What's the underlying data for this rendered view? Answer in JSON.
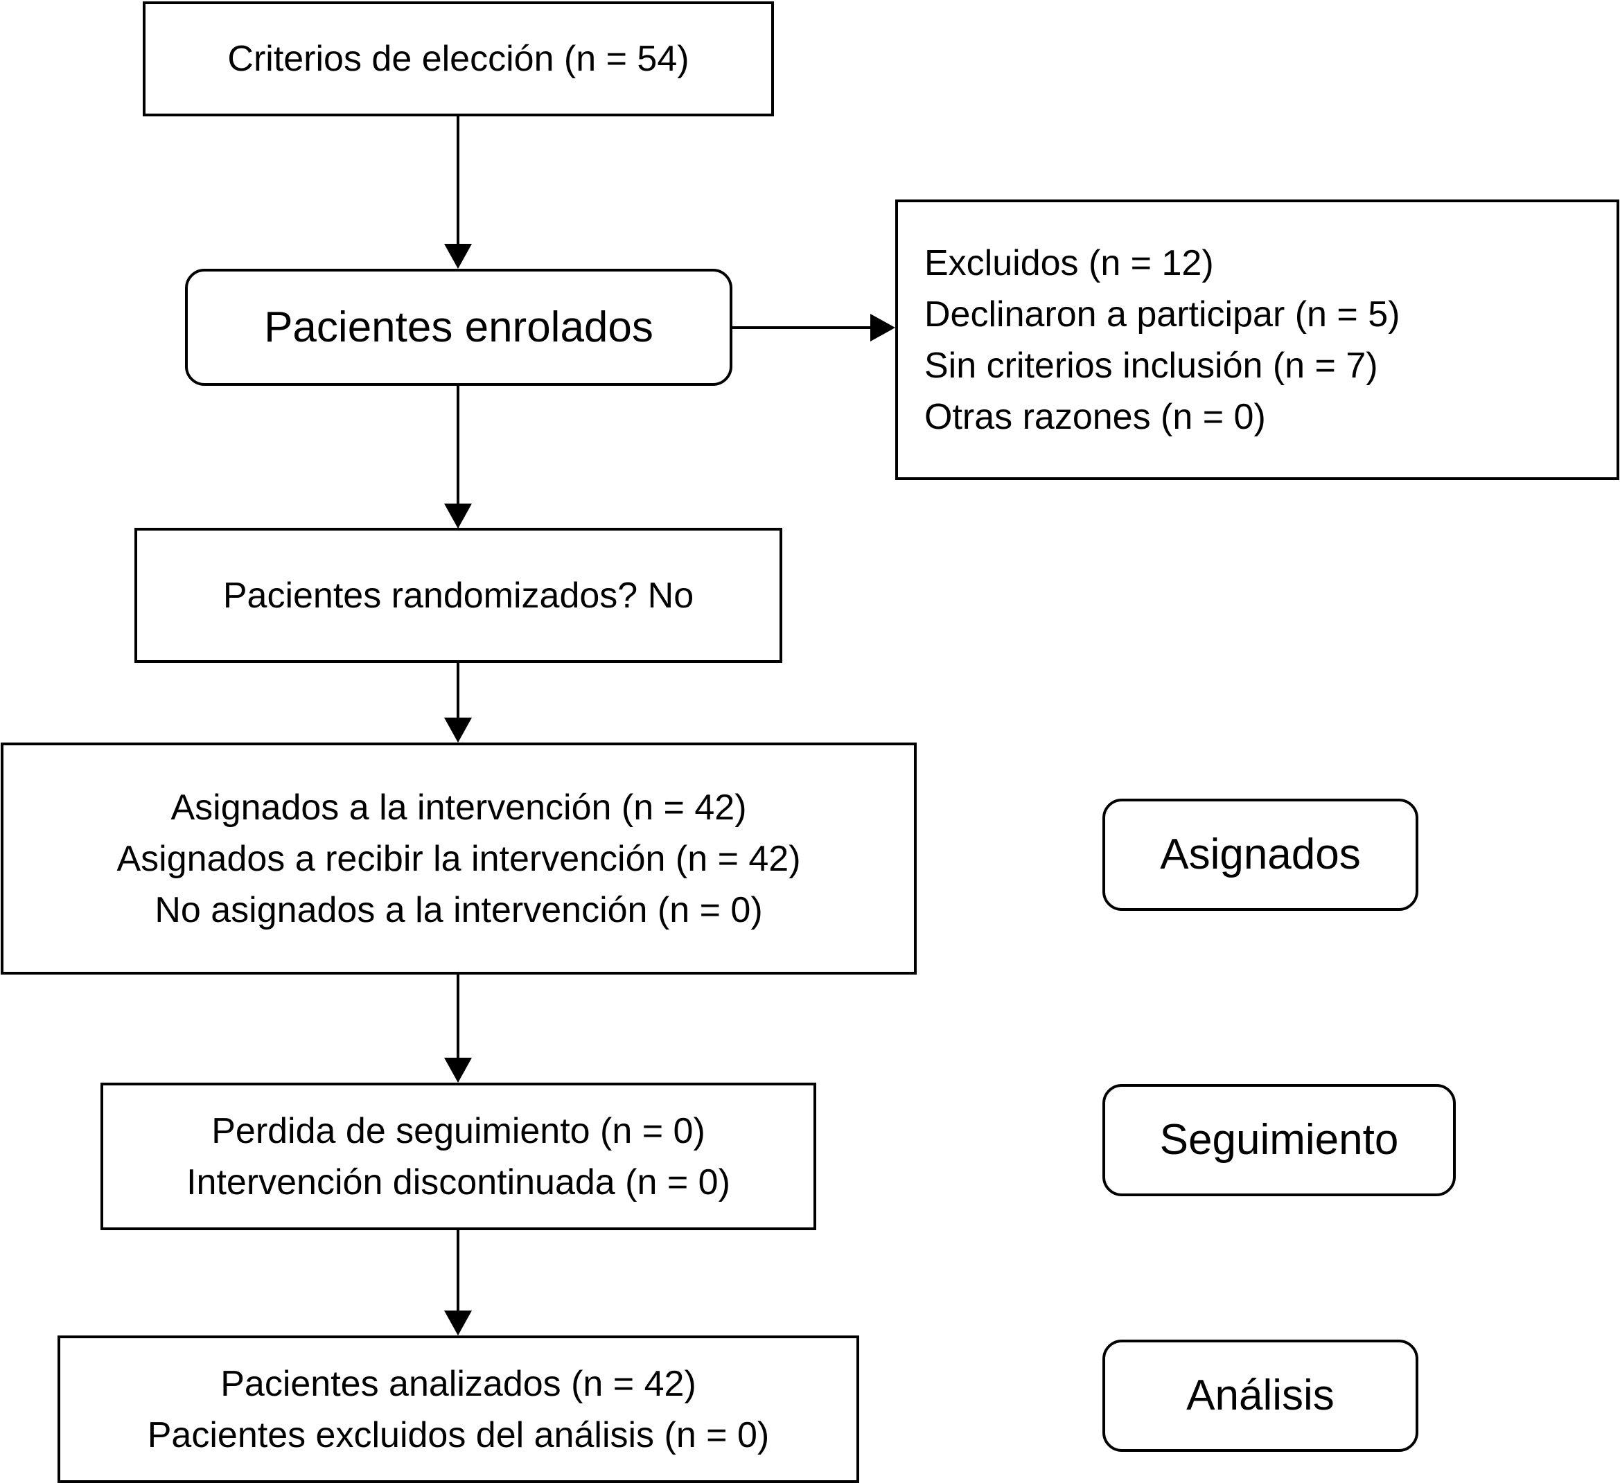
{
  "flow": {
    "eligibility": "Criterios de elección (n = 54)",
    "enrolled": "Pacientes enrolados",
    "excluded": {
      "title": "Excluidos (n = 12)",
      "declined": "Declinaron a participar (n = 5)",
      "no_criteria": "Sin criterios inclusión (n = 7)",
      "other": "Otras razones (n = 0)"
    },
    "randomized": "Pacientes randomizados? No",
    "allocation": {
      "assigned": "Asignados a la intervención (n = 42)",
      "received": "Asignados a recibir la intervención (n = 42)",
      "not_assigned": "No asignados a la intervención (n = 0)"
    },
    "followup": {
      "lost": "Perdida de seguimiento (n = 0)",
      "discontinued": "Intervención discontinuada (n = 0)"
    },
    "analysis": {
      "analyzed": "Pacientes analizados (n = 42)",
      "excluded": "Pacientes excluidos del análisis (n = 0)"
    }
  },
  "stage_labels": {
    "assigned": "Asignados",
    "followup": "Seguimiento",
    "analysis": "Análisis"
  },
  "colors": {
    "stroke": "#000000",
    "background": "#ffffff"
  }
}
